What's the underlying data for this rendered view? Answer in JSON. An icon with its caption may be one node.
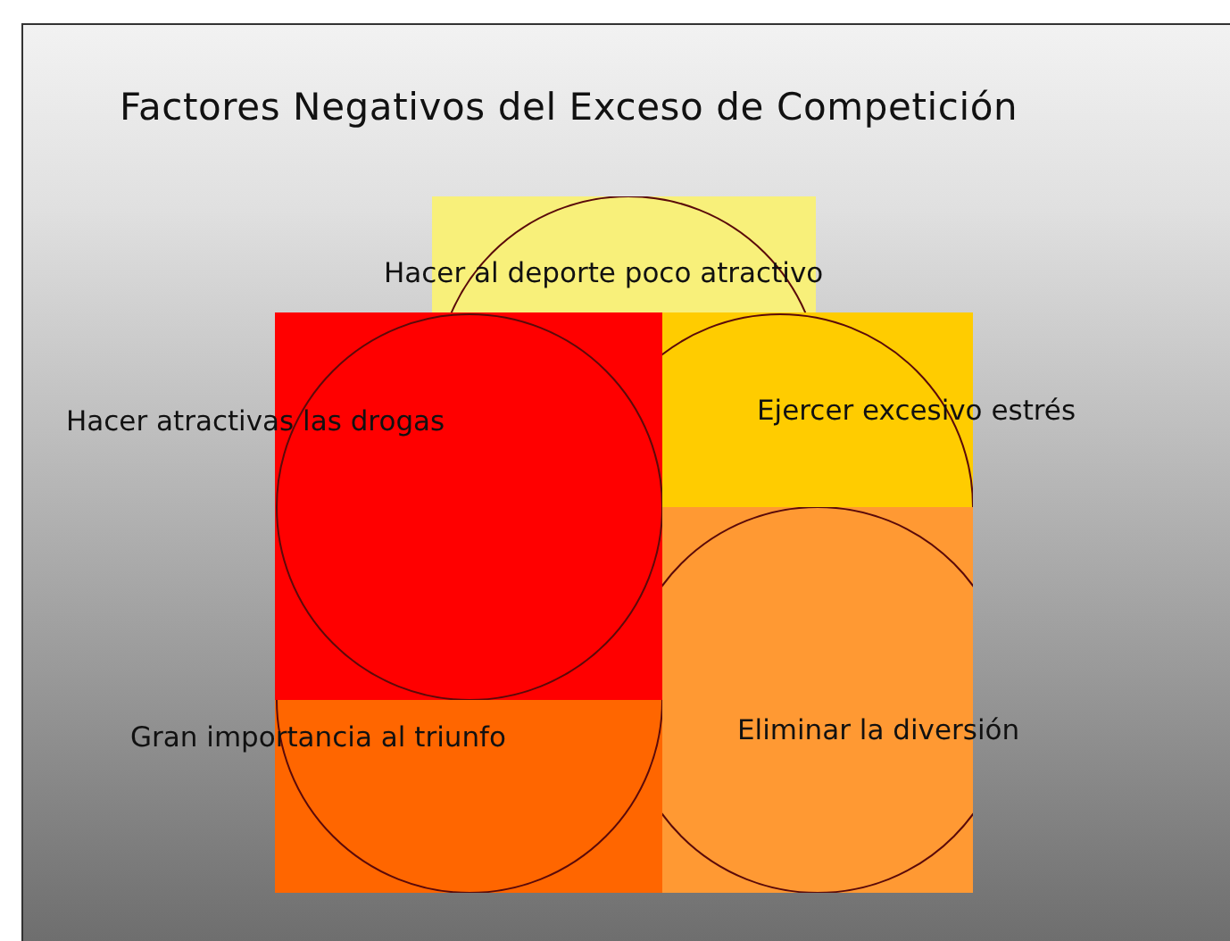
{
  "diagram": {
    "title": "Factores Negativos del Exceso de Competición",
    "nodes": [
      {
        "text": [
          "Hacer al deporte poco atractivo"
        ]
      },
      {
        "text": [
          "Hacer atractivas las drogas"
        ]
      },
      {
        "text": [
          "Ejercer excesivo estrés"
        ]
      },
      {
        "text": [
          "Gran importancia al triunfo"
        ]
      },
      {
        "text": [
          "Eliminar la diversión"
        ]
      }
    ],
    "edges": []
  }
}
